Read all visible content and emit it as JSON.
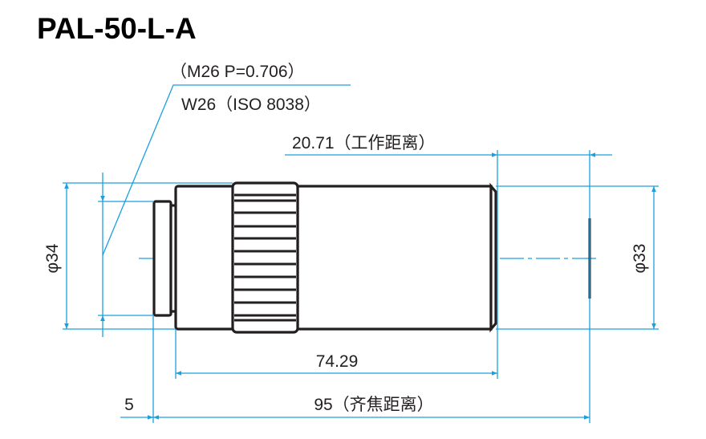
{
  "title": "PAL-50-L-A",
  "thread_spec": {
    "line1": "（M26 P=0.706）",
    "line2": "W26（ISO 8038）"
  },
  "dimensions": {
    "working_distance": "20.71（工作距离）",
    "body_length": "74.29",
    "parfocal_distance": "95（齐焦距离）",
    "flange_offset": "5",
    "diameter_left": "φ34",
    "diameter_right": "φ33"
  },
  "colors": {
    "dimension": "#1aa0e0",
    "outline": "#231f20"
  }
}
